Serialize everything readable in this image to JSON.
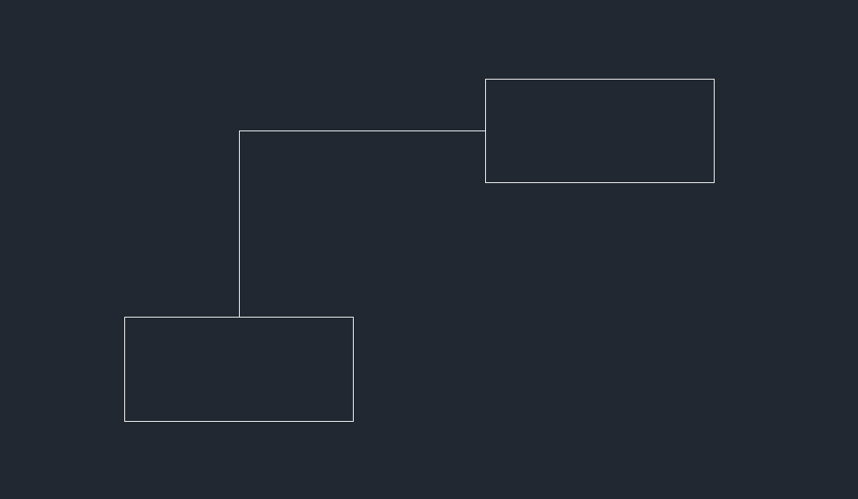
{
  "diagram": {
    "background_color": "#222831",
    "stroke_color": "#ffffff",
    "nodes": [
      {
        "id": "top-right",
        "label": ""
      },
      {
        "id": "bottom-left",
        "label": ""
      }
    ],
    "edges": [
      {
        "from": "top-right",
        "to": "bottom-left",
        "style": "elbow"
      }
    ]
  }
}
